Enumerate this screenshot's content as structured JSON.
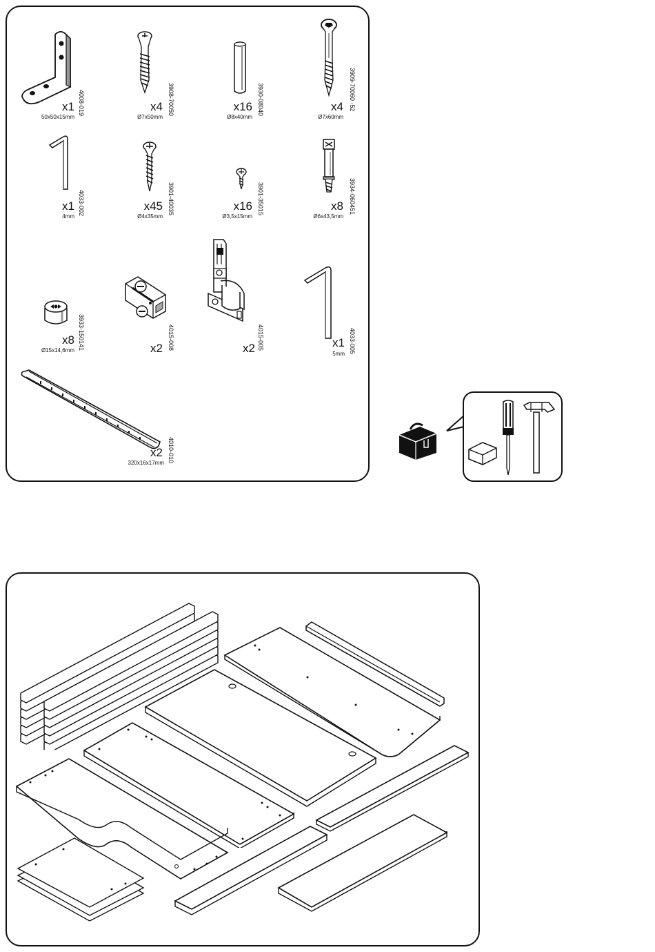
{
  "hardware": [
    {
      "quantity": "x1",
      "dimension": "50x50x15mm",
      "code": "4008-019",
      "icon": "angle-bracket-icon"
    },
    {
      "quantity": "x4",
      "dimension": "Ø7x50mm",
      "code": "3908-70050",
      "icon": "screw-icon"
    },
    {
      "quantity": "x16",
      "dimension": "Ø8x40mm",
      "code": "3930-08040",
      "icon": "wood-dowel-icon"
    },
    {
      "quantity": "x4",
      "dimension": "Ø7x60mm",
      "code": "3909-70060 -52",
      "icon": "connector-screw-icon"
    },
    {
      "quantity": "x1",
      "dimension": "4mm",
      "code": "4033-002",
      "icon": "allen-key-icon"
    },
    {
      "quantity": "x45",
      "dimension": "Ø4x35mm",
      "code": "3901-40035",
      "icon": "screw-icon"
    },
    {
      "quantity": "x16",
      "dimension": "Ø3,5x15mm",
      "code": "3901-35015",
      "icon": "small-screw-icon"
    },
    {
      "quantity": "x8",
      "dimension": "Ø6x43,5mm",
      "code": "3934-060451",
      "icon": "cam-bolt-icon"
    },
    {
      "quantity": "x8",
      "dimension": "Ø15x14,6mm",
      "code": "3933-150141",
      "icon": "cam-lock-icon"
    },
    {
      "quantity": "x2",
      "dimension": "",
      "code": "4015-008",
      "icon": "hinge-plate-icon"
    },
    {
      "quantity": "x2",
      "dimension": "",
      "code": "4015-005",
      "icon": "cabinet-hinge-icon"
    },
    {
      "quantity": "x1",
      "dimension": "5mm",
      "code": "4033-005",
      "icon": "allen-key-icon"
    },
    {
      "quantity": "x2",
      "dimension": "320x16x17mm",
      "code": "4010-010",
      "icon": "shelf-rail-icon"
    }
  ],
  "tools": [
    "toolbox-icon",
    "screwdriver-icon",
    "hammer-icon",
    "sanding-block-icon"
  ],
  "panels": [
    "panel-stack-icon",
    "desk-top-panel-icon",
    "side-panel-icon",
    "back-panel-icon",
    "rail-icon",
    "shelf-board-icon",
    "drawer-panels-icon"
  ],
  "colors": {
    "line": "#111111",
    "background": "#ffffff"
  }
}
